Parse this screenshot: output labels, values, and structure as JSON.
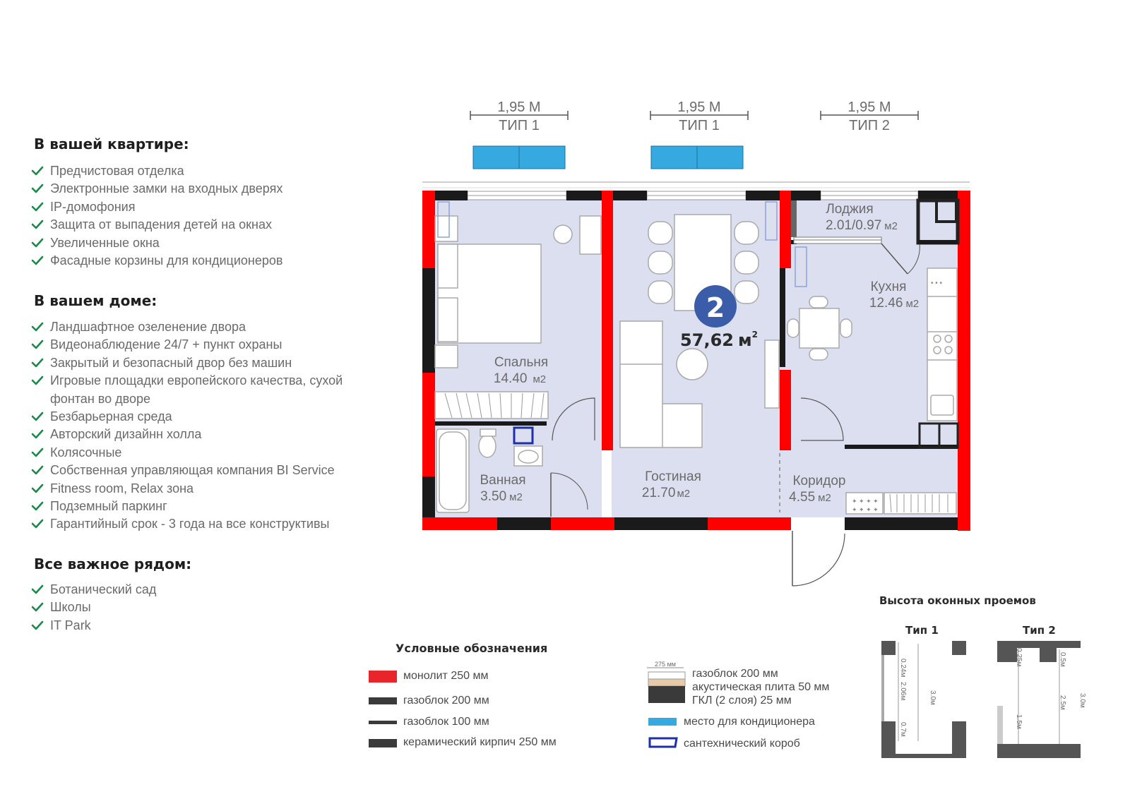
{
  "sections": {
    "apartment": {
      "title": "В вашей квартире:",
      "items": [
        "Предчистовая отделка",
        "Электронные замки на входных дверях",
        "IP-домофония",
        "Защита от выпадения детей на окнах",
        "Увеличенные окна",
        "Фасадные корзины для кондиционеров"
      ]
    },
    "house": {
      "title": "В вашем доме:",
      "items": [
        "Ландшафтное озеленение двора",
        "Видеонаблюдение 24/7 + пункт охраны",
        "Закрытый и безопасный двор без машин",
        "Игровые площадки европейского качества, сухой фонтан во дворе",
        "Безбарьерная среда",
        "Авторский дизайнн холла",
        "Колясочные",
        "Собственная управляющая компания BI Service",
        "Fitness room, Relax зона",
        "Подземный паркинг",
        "Гарантийный срок - 3 года на все конструктивы"
      ]
    },
    "nearby": {
      "title": "Все важное рядом:",
      "items": [
        "Ботанический сад",
        "Школы",
        "IT Park"
      ]
    }
  },
  "windows": [
    {
      "width": "1,95 М",
      "type": "ТИП 1"
    },
    {
      "width": "1,95 М",
      "type": "ТИП 1"
    },
    {
      "width": "1,95 М",
      "type": "ТИП 2"
    }
  ],
  "rooms": {
    "loggia": {
      "name": "Лоджия",
      "area": "2.01/0.97",
      "unit": "м2"
    },
    "kitchen": {
      "name": "Кухня",
      "area": "12.46",
      "unit": "м2"
    },
    "bedroom": {
      "name": "Спальня",
      "area": "14.40",
      "unit": "м2"
    },
    "bathroom": {
      "name": "Ванная",
      "area": "3.50",
      "unit": "м2"
    },
    "living": {
      "name": "Гостиная",
      "area": "21.70",
      "unit": "м2"
    },
    "corridor": {
      "name": "Коридор",
      "area": "4.55",
      "unit": "м2"
    }
  },
  "apartment": {
    "rooms_count": "2",
    "total_area": "57,62",
    "unit": "м"
  },
  "legend": {
    "title": "Условные обозначения",
    "items": [
      "монолит 250 мм",
      "газоблок 200 мм",
      "газоблок 100 мм",
      "керамический кирпич 250 мм"
    ],
    "composite": {
      "dim": "275 мм",
      "lines": [
        "газоблок 200 мм",
        "акустическая плита 50 мм",
        "ГКЛ (2 слоя) 25 мм"
      ]
    },
    "ac": "место для кондиционера",
    "plumbing": "сантехнический короб"
  },
  "heights": {
    "title": "Высота оконных проемов",
    "type1": {
      "label": "Тип 1",
      "top": "0.24м",
      "mid": "2.06м",
      "bottom": "0.7м",
      "total": "3.0м"
    },
    "type2": {
      "label": "Тип 2",
      "top": "0.25м",
      "right": "0.5м",
      "mid": "2.5м",
      "low": "1.5м",
      "total": "3.0м"
    }
  },
  "colors": {
    "monolith": "#ff0000",
    "block": "#1a1a1a",
    "room_fill": "#dcdff0",
    "ac": "#37a9e1",
    "badge": "#3b5ca8",
    "check": "#1a8a4a"
  }
}
